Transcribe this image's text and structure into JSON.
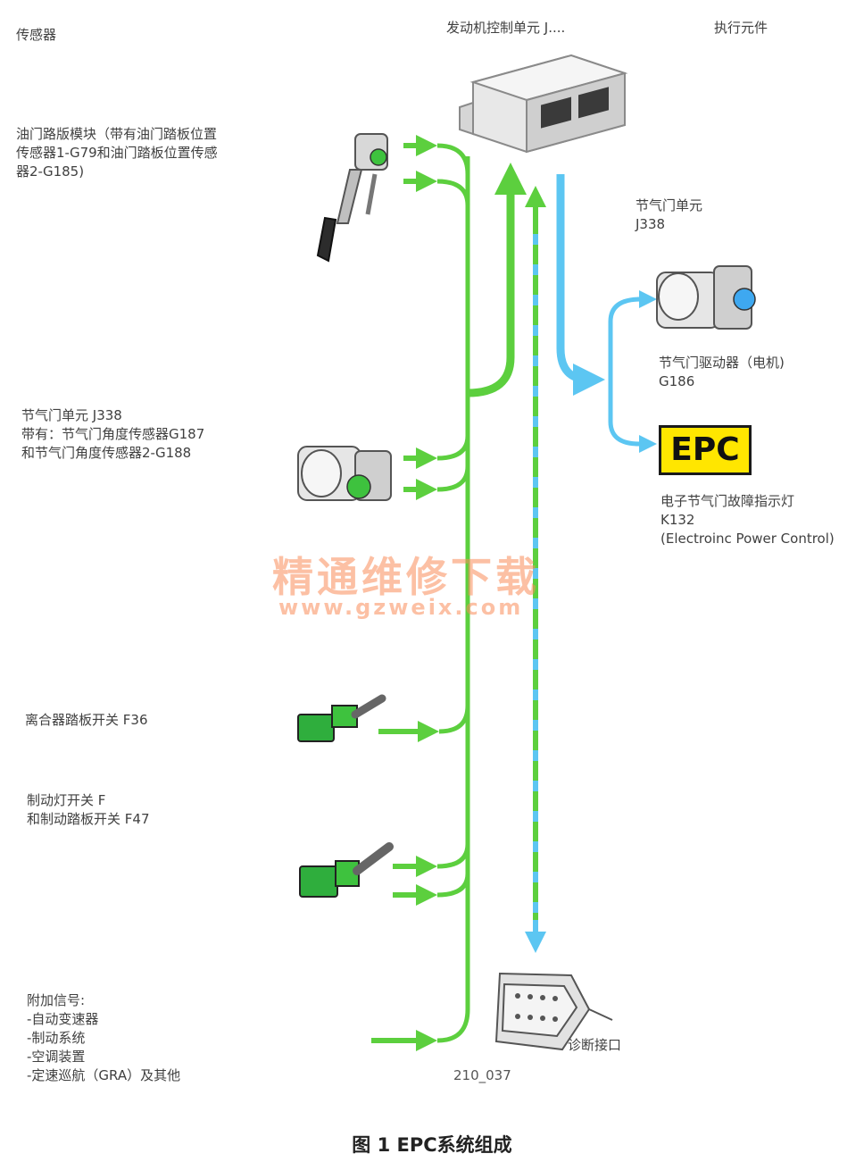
{
  "headers": {
    "sensors": "传感器",
    "ecu": "发动机控制单元 J....",
    "actuators": "执行元件"
  },
  "sensors": {
    "pedal": [
      "油门路版模块（带有油门踏板位置",
      "传感器1-G79和油门踏板位置传感",
      "器2-G185)"
    ],
    "throttle": [
      "节气门单元  J338",
      "带有：节气门角度传感器G187",
      "和节气门角度传感器2-G188"
    ],
    "clutch": [
      "离合器踏板开关 F36"
    ],
    "brake": [
      "制动灯开关 F",
      "和制动踏板开关 F47"
    ],
    "additional": [
      "附加信号:",
      "-自动变速器",
      "-制动系统",
      "-空调装置",
      "-定速巡航（GRA）及其他"
    ]
  },
  "actuators": {
    "throttle_unit": [
      "节气门单元",
      "J338"
    ],
    "drive": [
      "节气门驱动器（电机)",
      "G186"
    ],
    "lamp": [
      "电子节气门故障指示灯",
      "K132",
      "(Electroinc Power Control)"
    ],
    "epc": "EPC"
  },
  "diagnostic": "诊断接口",
  "figure_code": "210_037",
  "watermark": {
    "cn": "精通维修下载",
    "url": "www.gzweix.com"
  },
  "caption": "图 1   EPC系统组成",
  "colors": {
    "green": "#5ccf3e",
    "blue": "#5cc6f2",
    "epc": "#ffe600"
  }
}
